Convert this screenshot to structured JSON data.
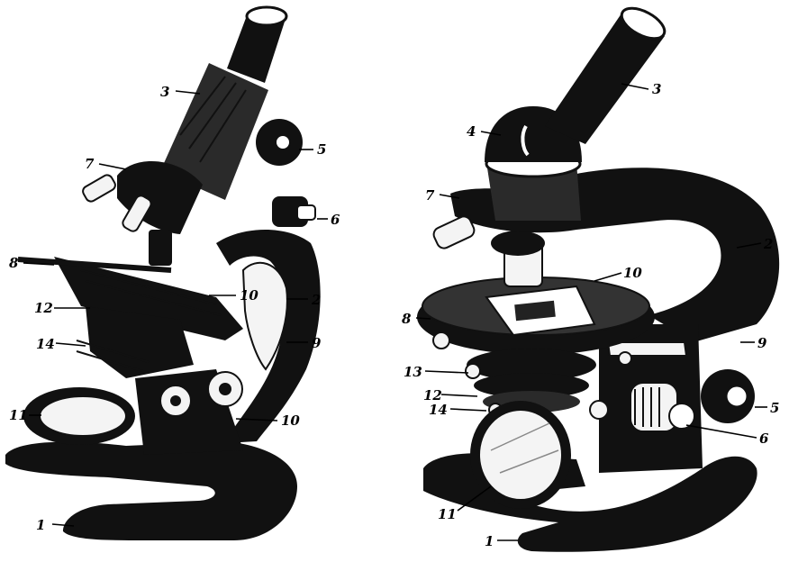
{
  "figures": [
    {
      "id": "left",
      "callouts": [
        {
          "n": "1"
        },
        {
          "n": "3"
        },
        {
          "n": "5"
        },
        {
          "n": "6"
        },
        {
          "n": "7"
        },
        {
          "n": "8"
        },
        {
          "n": "10"
        },
        {
          "n": "2"
        },
        {
          "n": "12"
        },
        {
          "n": "9"
        },
        {
          "n": "14"
        },
        {
          "n": "11"
        },
        {
          "n": "10"
        }
      ]
    },
    {
      "id": "right",
      "callouts": [
        {
          "n": "3"
        },
        {
          "n": "4"
        },
        {
          "n": "7"
        },
        {
          "n": "2"
        },
        {
          "n": "10"
        },
        {
          "n": "8"
        },
        {
          "n": "9"
        },
        {
          "n": "13"
        },
        {
          "n": "12"
        },
        {
          "n": "14"
        },
        {
          "n": "5"
        },
        {
          "n": "6"
        },
        {
          "n": "11"
        },
        {
          "n": "1"
        }
      ]
    }
  ]
}
